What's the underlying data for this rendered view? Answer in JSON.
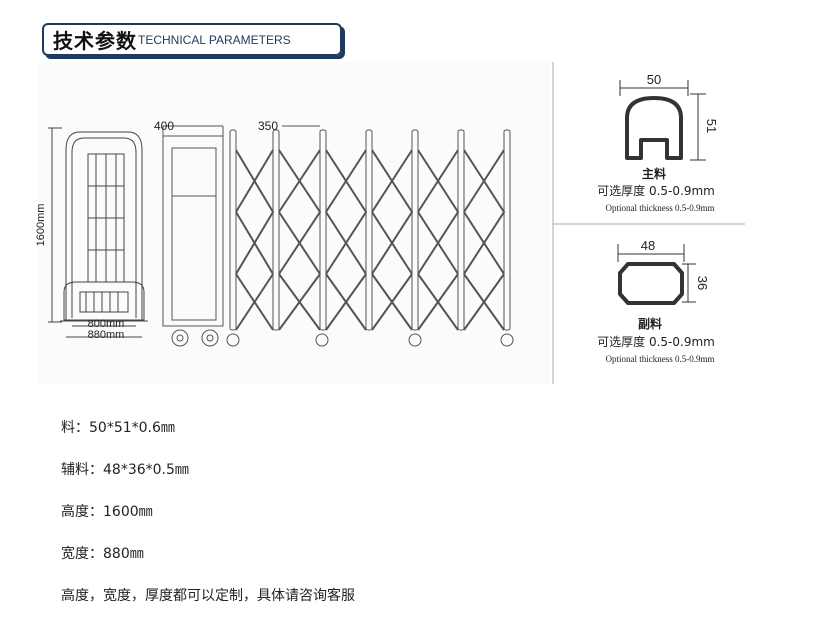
{
  "header": {
    "title_cn": "技术参数",
    "title_en": "TECHNICAL PARAMETERS"
  },
  "drawing": {
    "side_view": {
      "height_label": "1600mm",
      "width_label_1": "800mm",
      "width_label_2": "880mm"
    },
    "front_view": {
      "dim_1": "400",
      "dim_2": "350"
    },
    "main_profile": {
      "width": "50",
      "height": "51",
      "name": "主料",
      "thickness_cn": "可选厚度 0.5-0.9mm",
      "thickness_en": "Optional thickness 0.5-0.9mm"
    },
    "sub_profile": {
      "width": "48",
      "height": "36",
      "name": "副料",
      "thickness_cn": "可选厚度 0.5-0.9mm",
      "thickness_en": "Optional thickness 0.5-0.9mm"
    }
  },
  "specs": [
    "料：50*51*0.6㎜",
    "辅料：48*36*0.5㎜",
    "高度：1600㎜",
    "宽度：880㎜",
    "高度，宽度，厚度都可以定制，具体请咨询客服"
  ]
}
